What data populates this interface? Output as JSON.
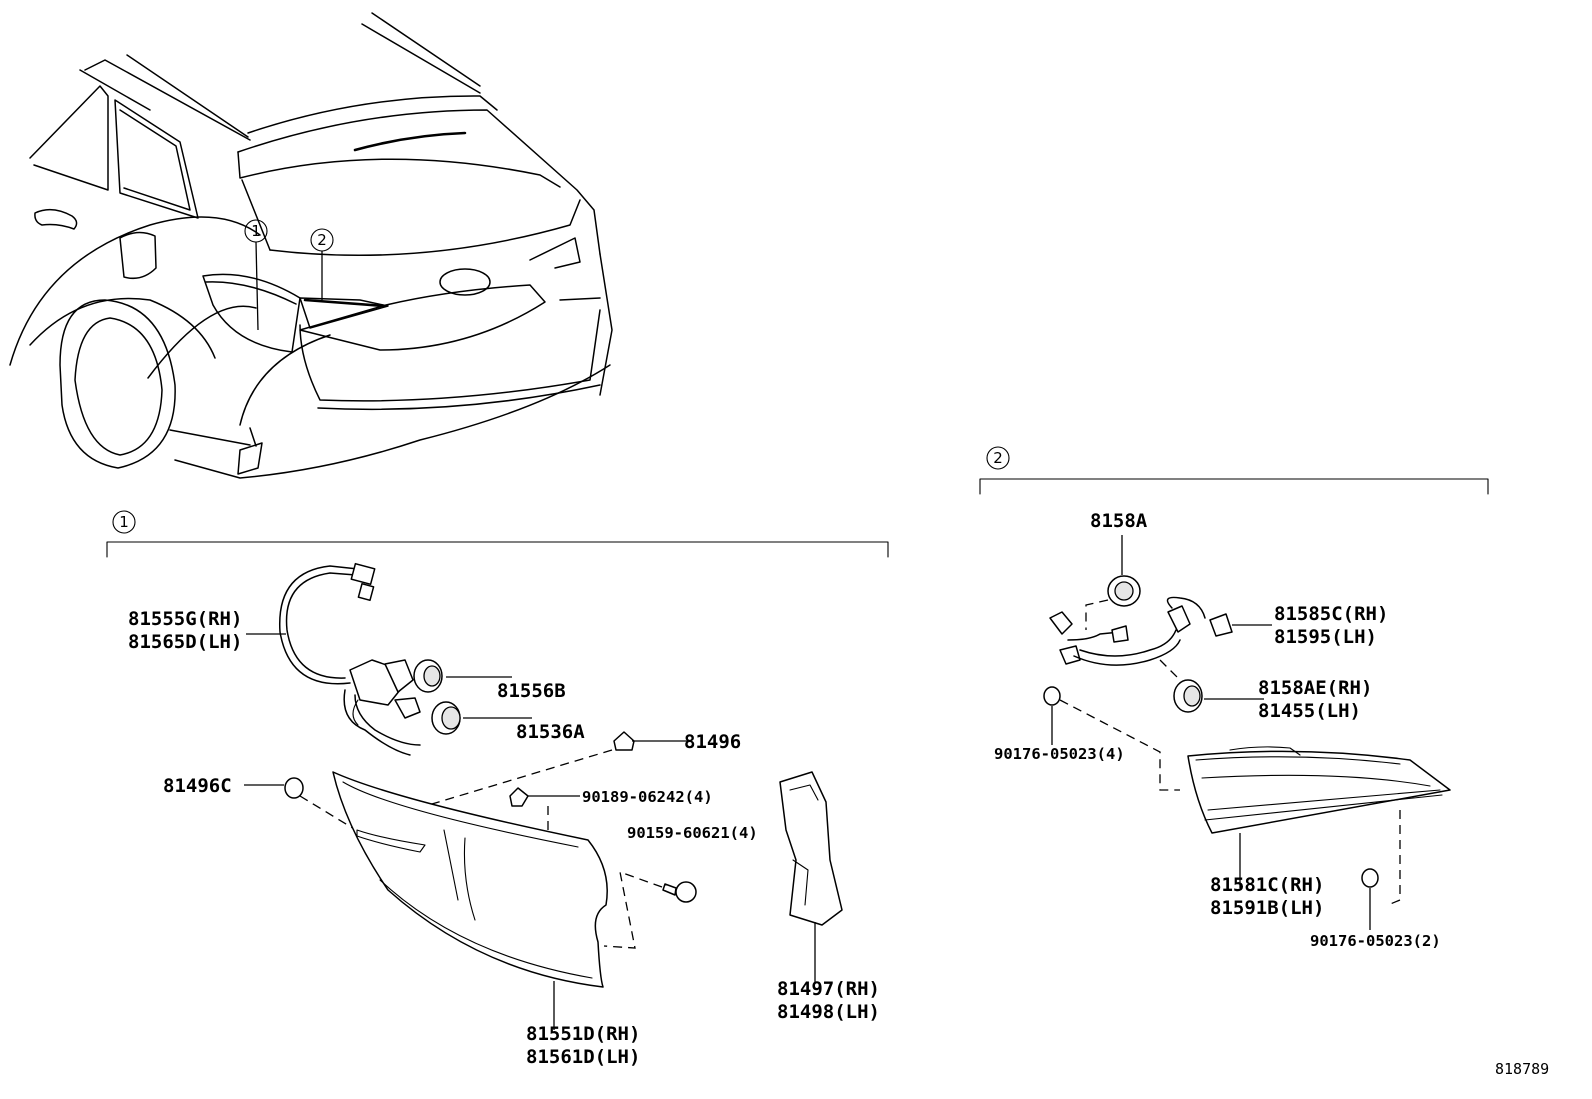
{
  "diagram": {
    "callout_numbers": [
      "1",
      "2"
    ],
    "section1": {
      "number": "1",
      "parts": {
        "harness_rh": "81555G(RH)",
        "harness_lh": "81565D(LH)",
        "socket_b": "81556B",
        "socket_a": "81536A",
        "clip": "81496",
        "clip_c": "81496C",
        "screw": "90189-06242(4)",
        "bolt": "90159-60621(4)",
        "gasket_rh": "81497(RH)",
        "gasket_lh": "81498(LH)",
        "lamp_rh": "81551D(RH)",
        "lamp_lh": "81561D(LH)"
      }
    },
    "section2": {
      "number": "2",
      "parts": {
        "socket": "8158A",
        "harness_rh": "81585C(RH)",
        "harness_lh": "81595(LH)",
        "socket_rh": "8158AE(RH)",
        "socket_lh": "81455(LH)",
        "nut4": "90176-05023(4)",
        "lamp_rh": "81581C(RH)",
        "lamp_lh": "81591B(LH)",
        "nut2": "90176-05023(2)"
      }
    },
    "reference_number": "818789"
  }
}
